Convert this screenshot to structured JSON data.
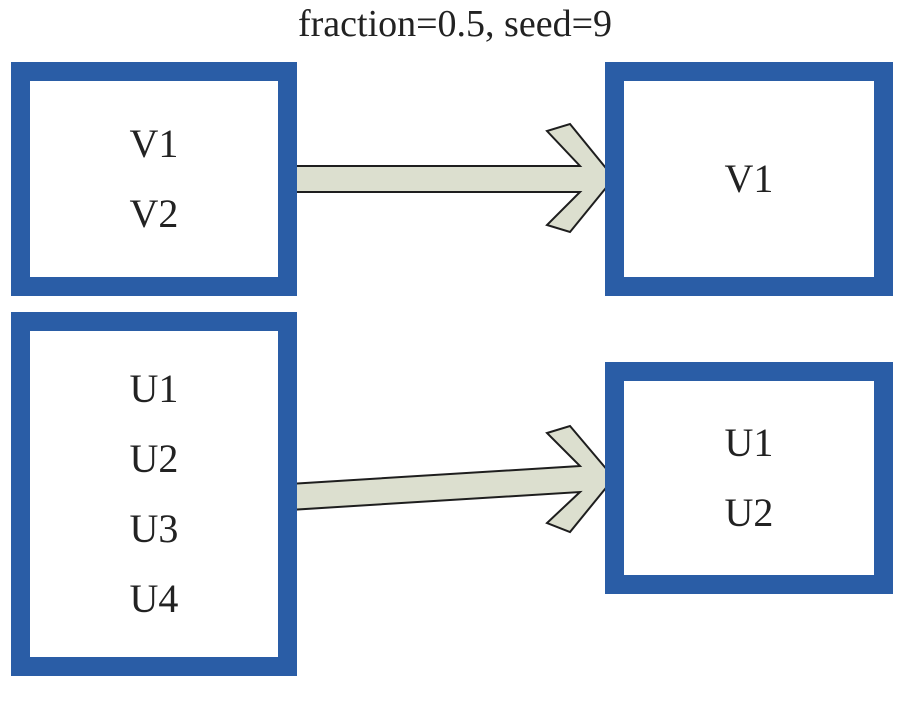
{
  "title": "fraction=0.5, seed=9",
  "colors": {
    "box_border": "#2a5da6",
    "arrow_fill": "#dcdfcf",
    "arrow_stroke": "#1e1e1e"
  },
  "groups": [
    {
      "source_items": [
        "V1",
        "V2"
      ],
      "sampled_items": [
        "V1"
      ]
    },
    {
      "source_items": [
        "U1",
        "U2",
        "U3",
        "U4"
      ],
      "sampled_items": [
        "U1",
        "U2"
      ]
    }
  ]
}
